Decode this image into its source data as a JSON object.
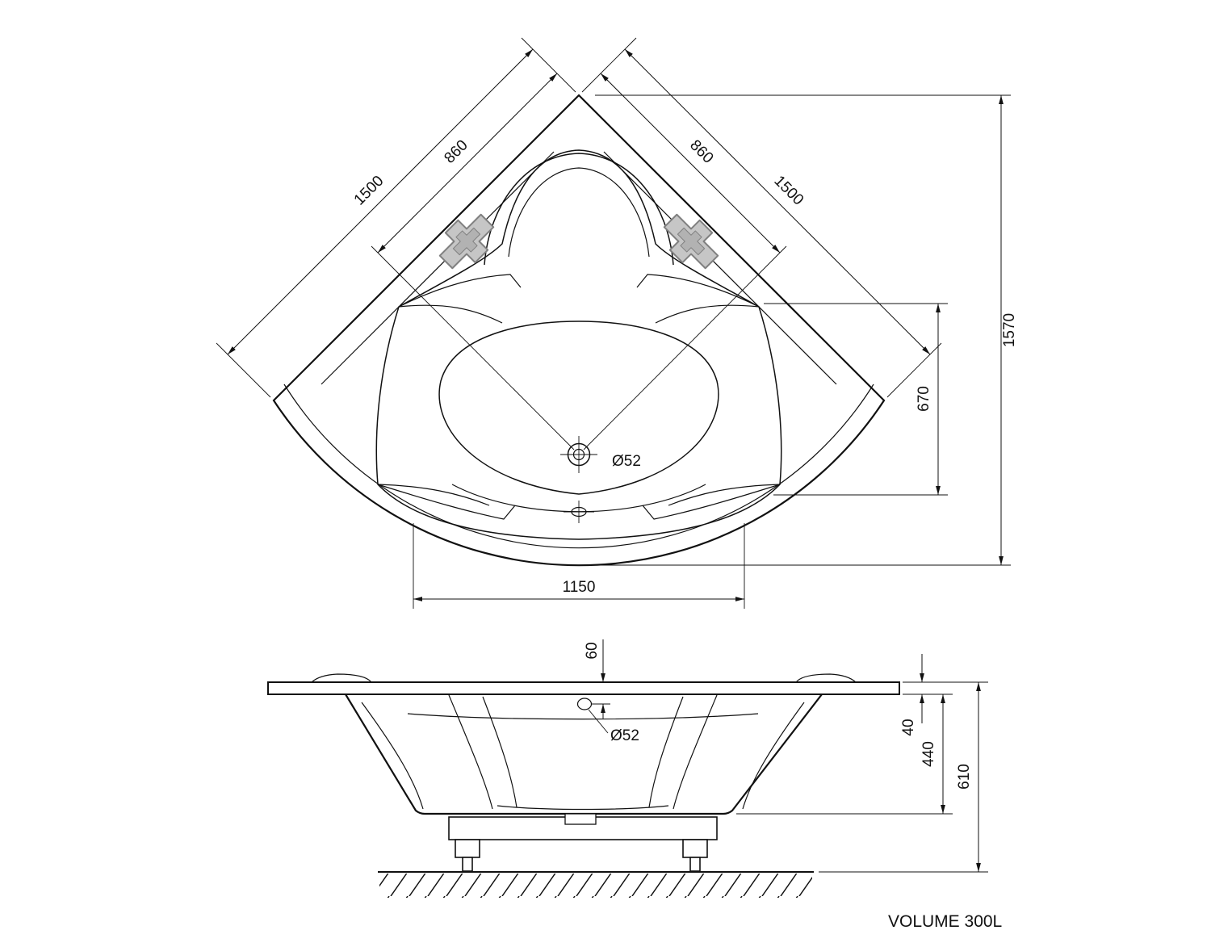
{
  "top_view": {
    "edge_left": "1500",
    "inner_left": "860",
    "inner_right": "860",
    "edge_right": "1500",
    "overall_depth": "1570",
    "basin_depth": "670",
    "front_width": "1150",
    "drain": "Ø52"
  },
  "side_view": {
    "drain_offset": "60",
    "drain": "Ø52",
    "rim_height": "40",
    "body_height": "440",
    "total_height": "610"
  },
  "footer": {
    "volume": "VOLUME 300L"
  },
  "colors": {
    "line": "#111111",
    "deck": "#ececec",
    "basin": "#fafafa",
    "floor": "#ffffff",
    "headrest": "#c6c6c6",
    "headrest_inner": "#b2b2b2"
  }
}
